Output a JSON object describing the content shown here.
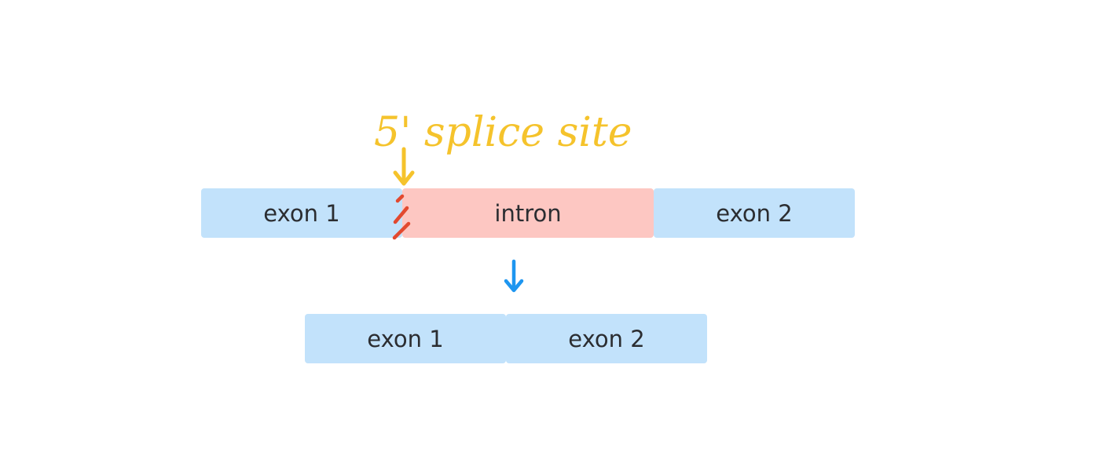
{
  "annotation": {
    "label": "5' splice site",
    "color": "#f5c32c",
    "cut_mark_color": "#e2492f"
  },
  "pre_mrna": {
    "exon1_label": "exon 1",
    "intron_label": "intron",
    "exon2_label": "exon 2"
  },
  "arrow_color": "#1e96f0",
  "mature_mrna": {
    "exon1_label": "exon 1",
    "exon2_label": "exon 2"
  },
  "colors": {
    "exon": "#c2e2fb",
    "intron": "#fdc7c2",
    "text": "#2b2d31"
  }
}
